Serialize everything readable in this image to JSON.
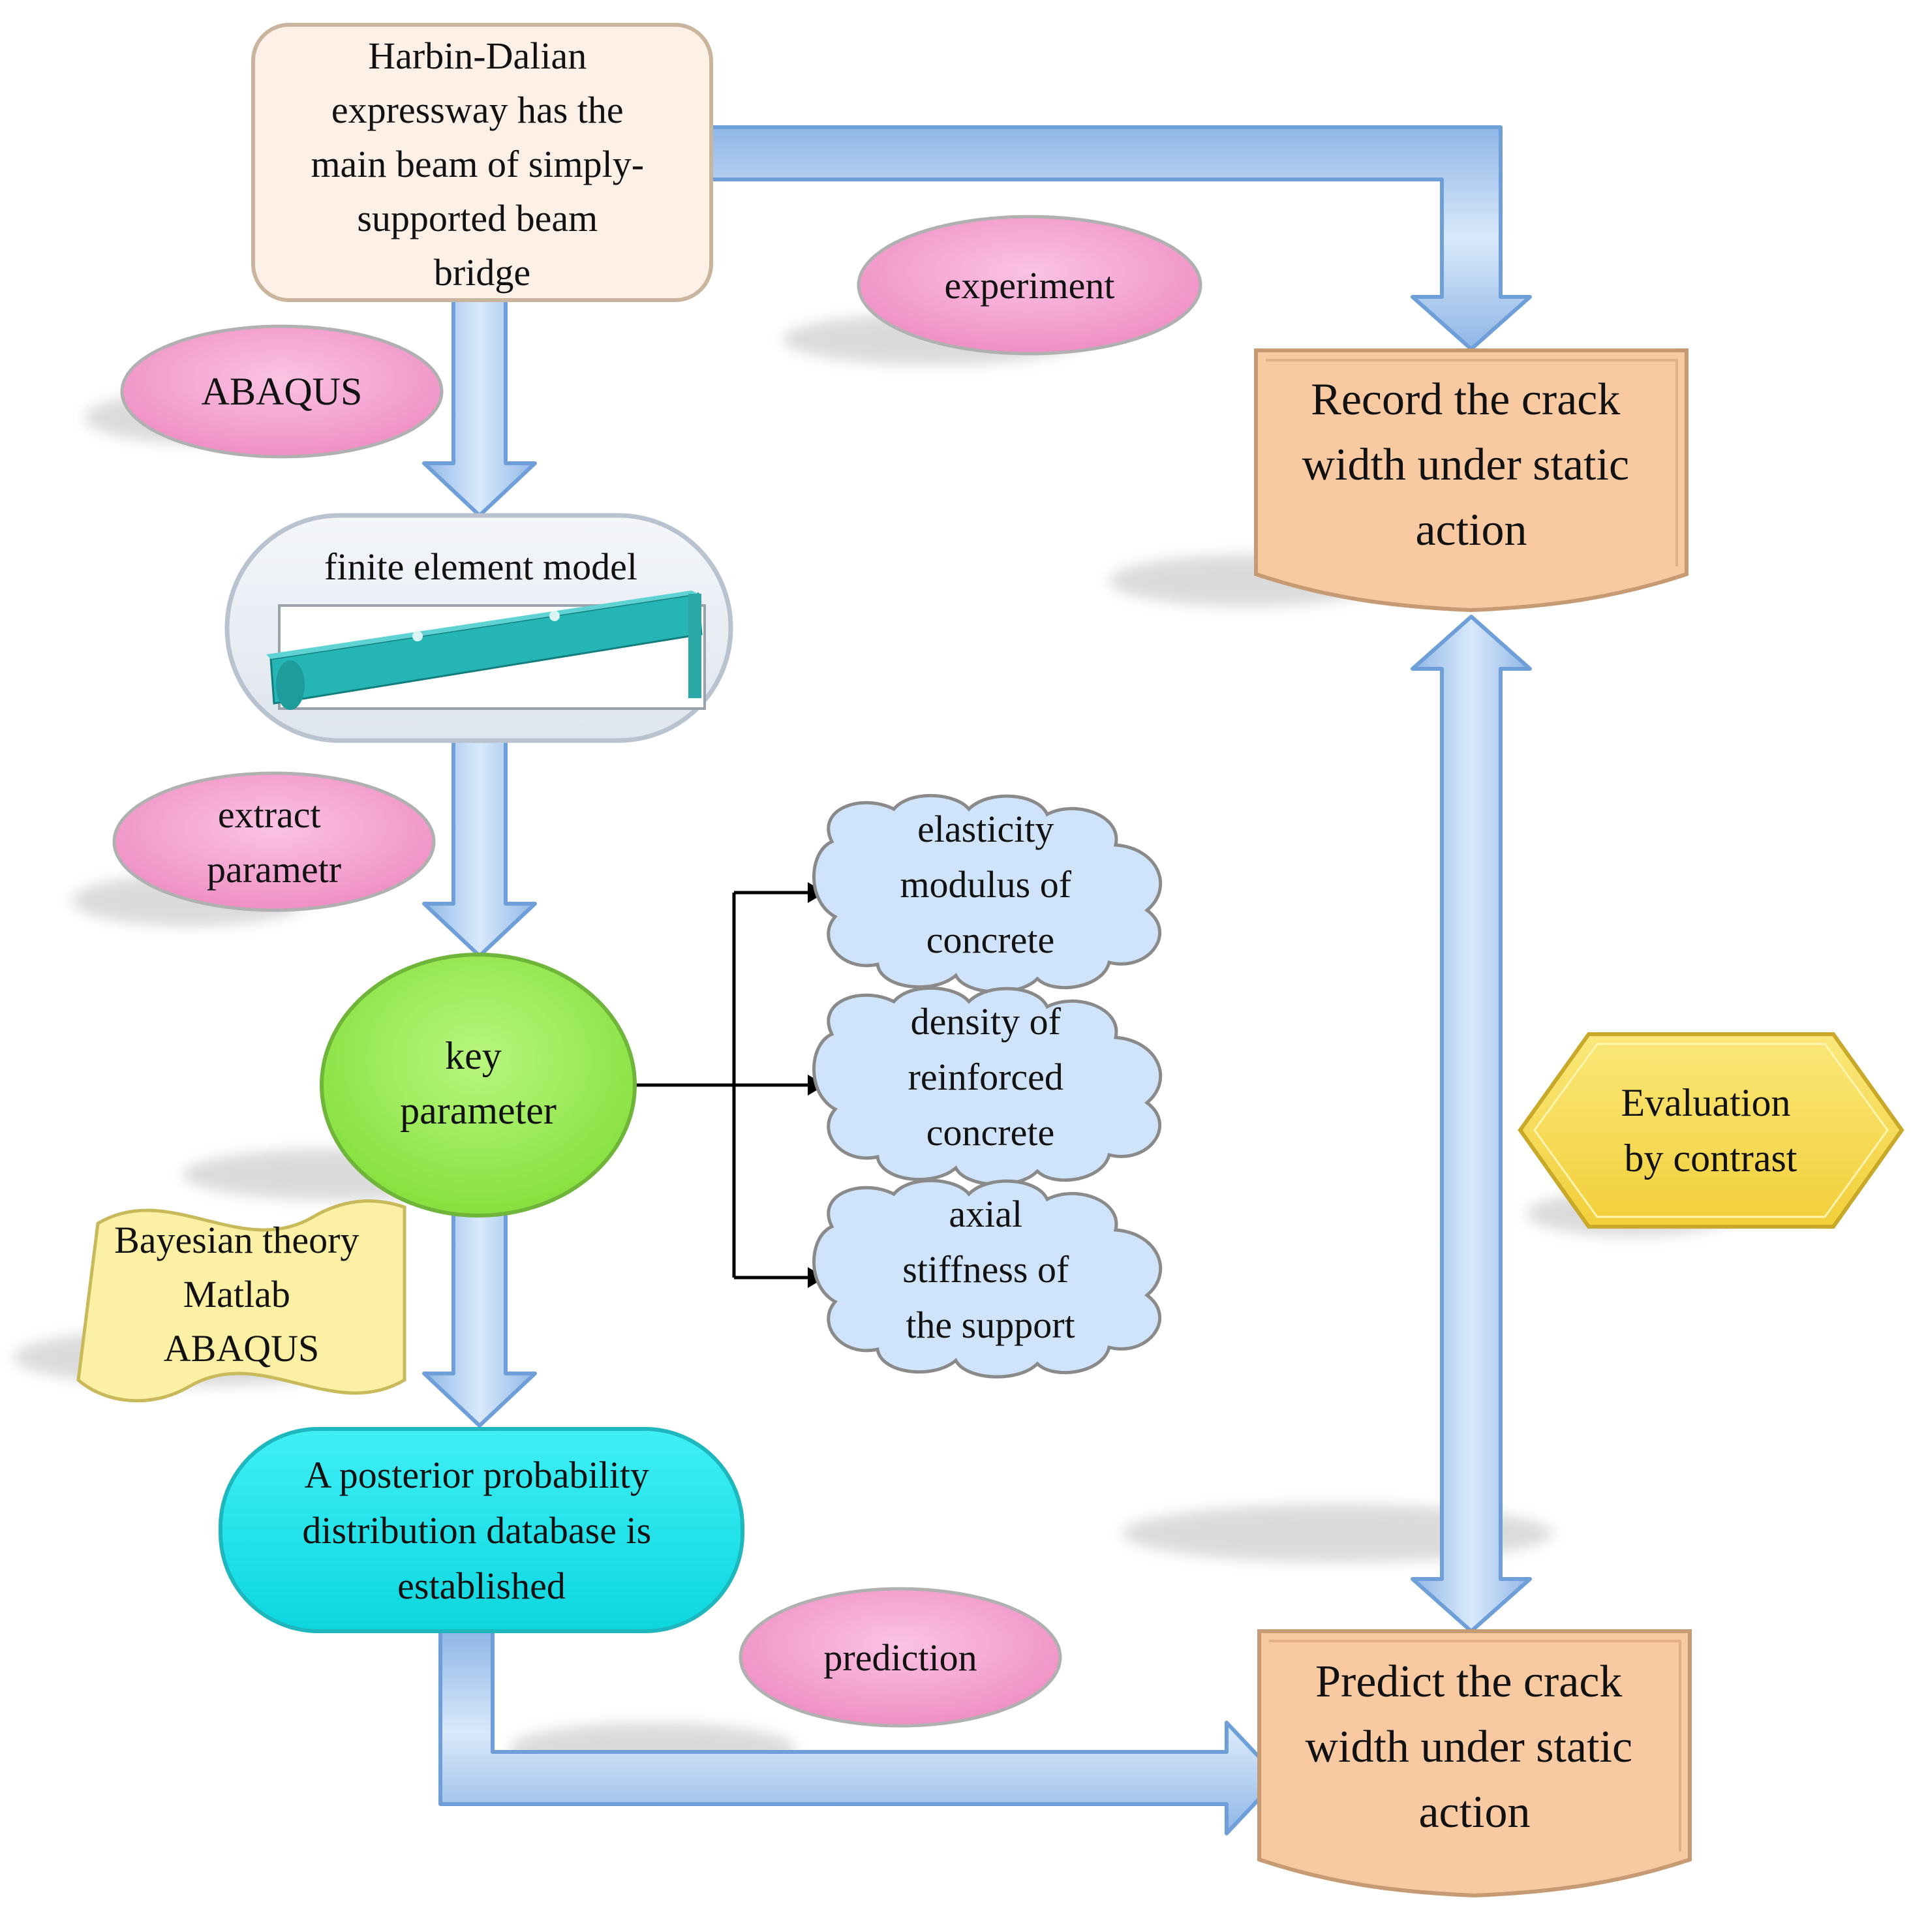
{
  "nodes": {
    "bridge": {
      "lines": [
        "Harbin-Dalian",
        "expressway has the",
        "main beam of simply-",
        "supported beam",
        "bridge"
      ]
    },
    "fem": {
      "title": "finite element model"
    },
    "key": {
      "lines": [
        "key",
        "parameter"
      ]
    },
    "bayes": {
      "lines": [
        "Bayesian theory",
        "Matlab",
        "ABAQUS"
      ]
    },
    "posterior": {
      "lines": [
        "A posterior probability",
        "distribution database is",
        "established"
      ]
    },
    "record": {
      "lines": [
        "Record the crack",
        "width under static",
        "action"
      ]
    },
    "predict": {
      "lines": [
        "Predict the crack",
        "width under static",
        "action"
      ]
    },
    "evaluation": {
      "lines": [
        "Evaluation",
        "by contrast"
      ]
    }
  },
  "ovals": {
    "abaqus": {
      "lines": [
        "ABAQUS"
      ]
    },
    "extract": {
      "lines": [
        "extract",
        "parametr"
      ]
    },
    "experiment": {
      "lines": [
        "experiment"
      ]
    },
    "prediction": {
      "lines": [
        "prediction"
      ]
    }
  },
  "clouds": {
    "elasticity": {
      "lines": [
        "elasticity",
        "modulus of",
        "concrete"
      ]
    },
    "density": {
      "lines": [
        "density of",
        "reinforced",
        "concrete"
      ]
    },
    "stiffness": {
      "lines": [
        "axial",
        "stiffness of",
        "the support"
      ]
    }
  },
  "colors": {
    "arrow_fill": "#b7d3f2",
    "arrow_stroke": "#6f9fd8",
    "bridge_fill": "#fdf0e6",
    "oval_fill": "#f5a3d0",
    "key_fill": "#9fef59",
    "posterior_fill": "#14e4ec",
    "doc_fill": "#f9caa2",
    "bayes_fill": "#fbf0a4",
    "cloud_fill": "#cfe3fa",
    "hex_fill": "#f7dc5a",
    "beam_fill": "#26b5b5"
  }
}
